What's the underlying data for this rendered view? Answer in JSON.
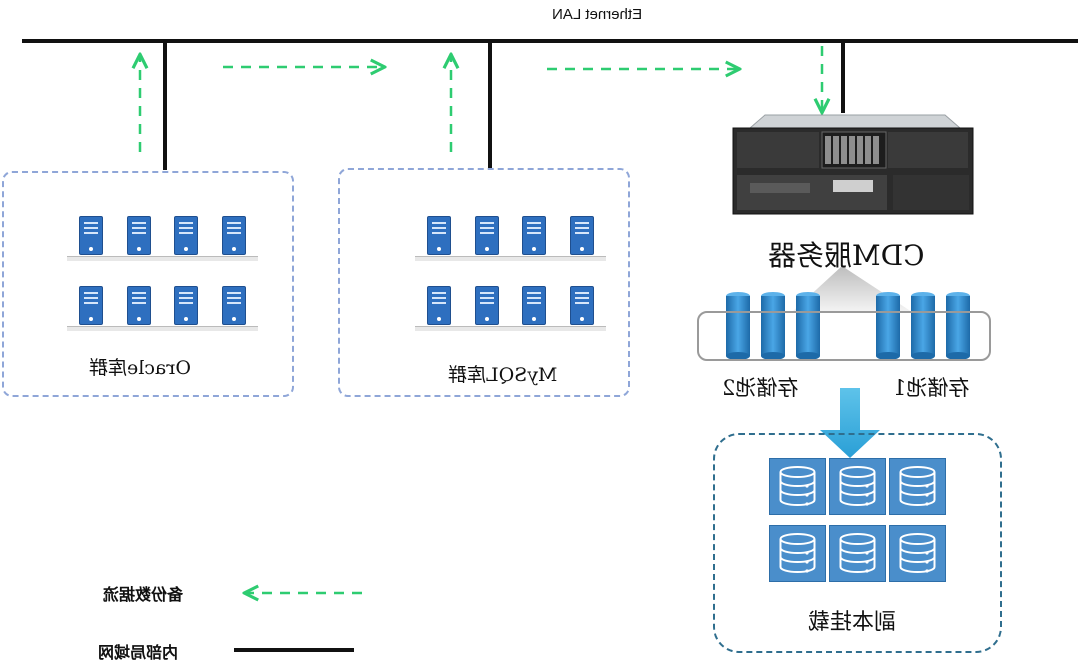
{
  "network": {
    "title": "Ethernet LAN"
  },
  "clusters": [
    {
      "id": "oracle",
      "label": "Oracle库群"
    },
    {
      "id": "mysql",
      "label": "MySQL库群"
    }
  ],
  "server": {
    "label": "CDM服务器"
  },
  "pools": [
    {
      "id": "pool1",
      "label": "存储池1"
    },
    {
      "id": "pool2",
      "label": "存储池2"
    }
  ],
  "replica": {
    "label": "副本挂载"
  },
  "legend": {
    "backup_flow": "备份数据流",
    "lan": "内部局域网"
  },
  "colors": {
    "backup_flow": "#2ecc71",
    "lan": "#111111",
    "server_icon": "#2e6fbf",
    "cylinder": "#2b87c6",
    "db_tile": "#4a8ecb",
    "cluster_border": "#8fa6d8",
    "replica_border": "#2f6e8e"
  }
}
